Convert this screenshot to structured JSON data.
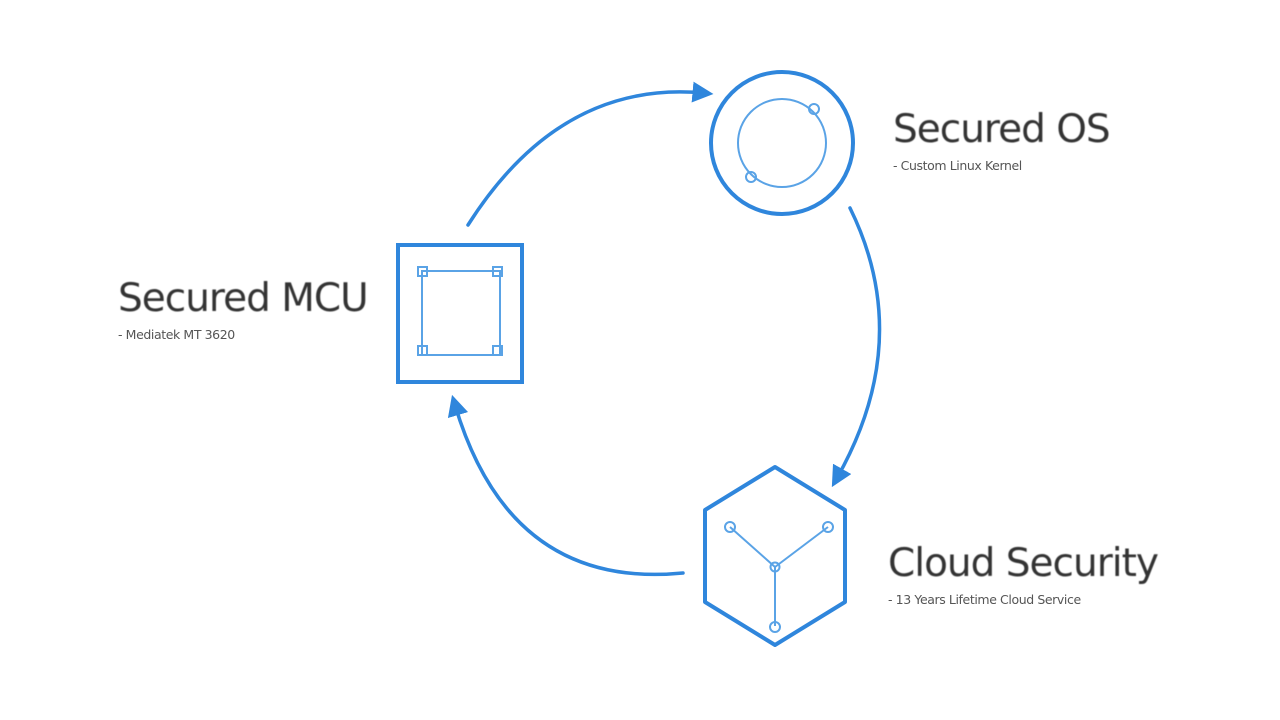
{
  "theme": {
    "accent": "#2f86dc",
    "accent_light": "#5aa3e6",
    "text": "#333333"
  },
  "nodes": [
    {
      "id": "secured-os",
      "title": "Secured OS",
      "subtitle": "- Custom Linux Kernel",
      "icon": "os-circle-icon"
    },
    {
      "id": "secured-mcu",
      "title": "Secured MCU",
      "subtitle": "- Mediatek MT 3620",
      "icon": "chip-square-icon"
    },
    {
      "id": "cloud-security",
      "title": "Cloud Security",
      "subtitle": "- 13 Years Lifetime Cloud Service",
      "icon": "cloud-hexagon-icon"
    }
  ],
  "flow": [
    {
      "from": "secured-mcu",
      "to": "secured-os"
    },
    {
      "from": "secured-os",
      "to": "cloud-security"
    },
    {
      "from": "cloud-security",
      "to": "secured-mcu"
    }
  ]
}
